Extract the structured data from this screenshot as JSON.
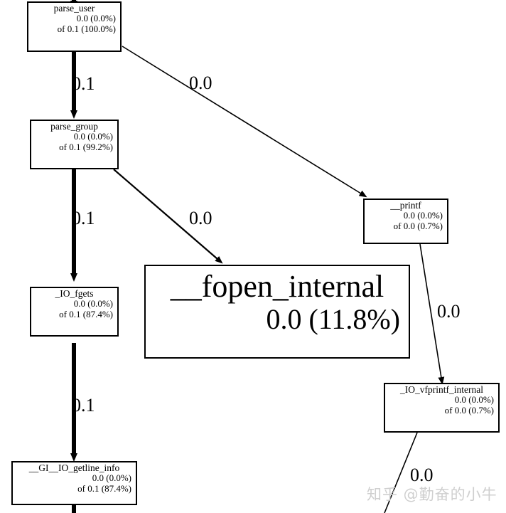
{
  "graph": {
    "type": "call-graph",
    "nodes": [
      {
        "id": "parse_user",
        "name": "parse_user",
        "self": "0.0 (0.0%)",
        "total": "of 0.1 (100.0%)"
      },
      {
        "id": "parse_group",
        "name": "parse_group",
        "self": "0.0 (0.0%)",
        "total": "of 0.1 (99.2%)"
      },
      {
        "id": "io_fgets",
        "name": "_IO_fgets",
        "self": "0.0 (0.0%)",
        "total": "of 0.1 (87.4%)"
      },
      {
        "id": "getline_info",
        "name": "__GI__IO_getline_info",
        "self": "0.0 (0.0%)",
        "total": "of 0.1 (87.4%)"
      },
      {
        "id": "printf",
        "name": "__printf",
        "self": "0.0 (0.0%)",
        "total": "of 0.0 (0.7%)"
      },
      {
        "id": "vfprintf",
        "name": "_IO_vfprintf_internal",
        "self": "0.0 (0.0%)",
        "total": "of 0.0 (0.7%)"
      },
      {
        "id": "fopen_internal",
        "name": "__fopen_internal",
        "self": "0.0 (11.8%)",
        "total": ""
      }
    ],
    "edges": [
      {
        "id": "e1",
        "from": "parse_user",
        "to": "parse_group",
        "label": "0.1"
      },
      {
        "id": "e2",
        "from": "parse_user",
        "to": "printf",
        "label": "0.0"
      },
      {
        "id": "e3",
        "from": "parse_group",
        "to": "io_fgets",
        "label": "0.1"
      },
      {
        "id": "e4",
        "from": "parse_group",
        "to": "fopen_internal",
        "label": "0.0"
      },
      {
        "id": "e5",
        "from": "io_fgets",
        "to": "getline_info",
        "label": "0.1"
      },
      {
        "id": "e6",
        "from": "printf",
        "to": "vfprintf",
        "label": "0.0"
      },
      {
        "id": "e7",
        "from": "vfprintf",
        "to": "",
        "label": "0.0"
      }
    ]
  },
  "watermark": {
    "text": "知乎 @勤奋的小牛"
  }
}
